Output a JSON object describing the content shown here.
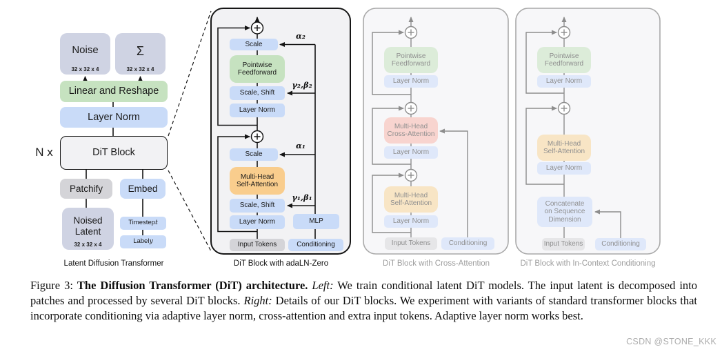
{
  "left": {
    "noise_label": "Noise",
    "noise_dims": "32 x 32 x 4",
    "sigma_label": "Σ",
    "sigma_dims": "32 x 32 x 4",
    "linear_reshape": "Linear and Reshape",
    "layer_norm": "Layer Norm",
    "n_x": "N x",
    "dit_block": "DiT Block",
    "patchify": "Patchify",
    "embed": "Embed",
    "noised_latent": "Noised Latent",
    "noised_latent_dims": "32 x 32 x 4",
    "timestep_prefix": "Timestep ",
    "timestep_var": "t",
    "label_prefix": "Label ",
    "label_var": "y",
    "caption": "Latent Diffusion Transformer"
  },
  "adaln": {
    "scale_top": "Scale",
    "alpha2": "α₂",
    "pointwise_feedforward": "Pointwise Feedforward",
    "scale_shift_top": "Scale, Shift",
    "gamma2_beta2": "γ₂,β₂",
    "layer_norm_top": "Layer Norm",
    "scale_bottom": "Scale",
    "alpha1": "α₁",
    "mhsa": "Multi-Head Self-Attention",
    "scale_shift_bottom": "Scale, Shift",
    "gamma1_beta1": "γ₁,β₁",
    "layer_norm_bottom": "Layer Norm",
    "mlp": "MLP",
    "input_tokens": "Input Tokens",
    "conditioning": "Conditioning",
    "caption": "DiT Block with adaLN-Zero"
  },
  "cross_attention": {
    "pointwise_feedforward": "Pointwise Feedforward",
    "layer_norm_top": "Layer Norm",
    "mhca": "Multi-Head Cross-Attention",
    "layer_norm_mid": "Layer Norm",
    "mhsa": "Multi-Head Self-Attention",
    "layer_norm_bottom": "Layer Norm",
    "input_tokens": "Input Tokens",
    "conditioning": "Conditioning",
    "caption": "DiT Block with Cross-Attention"
  },
  "in_context": {
    "pointwise_feedforward": "Pointwise Feedforward",
    "layer_norm_top": "Layer Norm",
    "mhsa": "Multi-Head Self-Attention",
    "layer_norm_bottom": "Layer Norm",
    "concatenate": "Concatenate on Sequence Dimension",
    "input_tokens": "Input Tokens",
    "conditioning": "Conditioning",
    "caption": "DiT Block with In-Context Conditioning"
  },
  "caption": {
    "figure_label": "Figure 3: ",
    "title_bold": "The Diffusion Transformer (DiT) architecture.",
    "left_italic": " Left:",
    "left_text": " We train conditional latent DiT models. The input latent is decomposed into patches and processed by several DiT blocks. ",
    "right_italic": "Right:",
    "right_text": " Details of our DiT blocks. We experiment with variants of standard transformer blocks that incorporate conditioning via adaptive layer norm, cross-attention and extra input tokens. Adaptive layer norm works best."
  },
  "watermark": "CSDN @STONE_KKK",
  "colors": {
    "box_blue": "#c9dbf8",
    "box_green": "#c6e2c0",
    "box_orange": "#f9cd8d",
    "box_lavender": "#cfd3e3",
    "box_gray": "#d4d4d8",
    "box_pink_faded": "#f8d4cf",
    "panel_bg": "#f2f2f4",
    "faded_text": "#8f8f8f",
    "line_black": "#141414",
    "line_gray": "#8d8d8d"
  }
}
